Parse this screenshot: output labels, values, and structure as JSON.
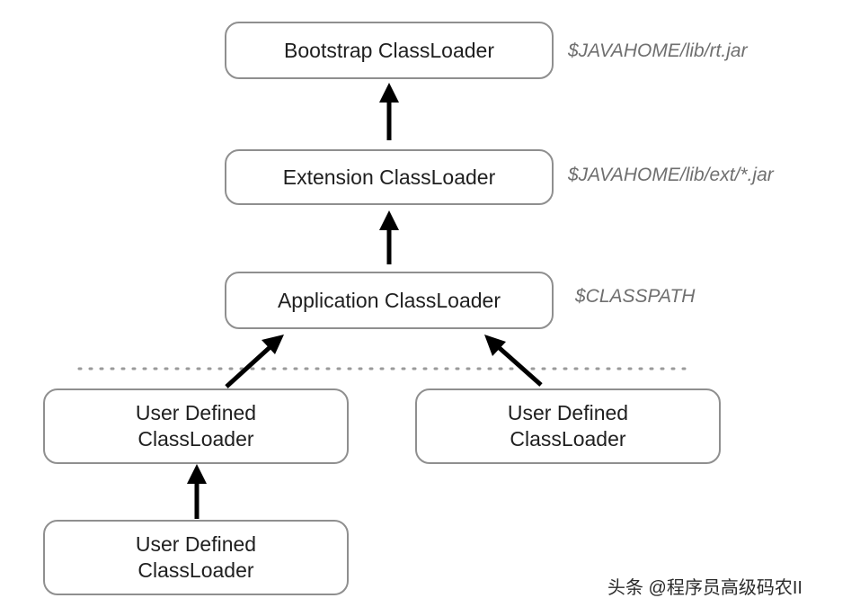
{
  "diagram": {
    "nodes": {
      "bootstrap": {
        "label": "Bootstrap ClassLoader",
        "path": "$JAVAHOME/lib/rt.jar"
      },
      "extension": {
        "label": "Extension ClassLoader",
        "path": "$JAVAHOME/lib/ext/*.jar"
      },
      "application": {
        "label": "Application ClassLoader",
        "path": "$CLASSPATH"
      },
      "user_left": {
        "line1": "User Defined",
        "line2": "ClassLoader"
      },
      "user_right": {
        "line1": "User Defined",
        "line2": "ClassLoader"
      },
      "user_bottom": {
        "line1": "User Defined",
        "line2": "ClassLoader"
      }
    },
    "edges": [
      {
        "from": "extension",
        "to": "bootstrap"
      },
      {
        "from": "application",
        "to": "extension"
      },
      {
        "from": "user_left",
        "to": "application"
      },
      {
        "from": "user_right",
        "to": "application"
      },
      {
        "from": "user_bottom",
        "to": "user_left"
      }
    ]
  },
  "watermark": "头条 @程序员高级码农II",
  "colors": {
    "box_border": "#8f8f8f",
    "arrow": "#000000",
    "path_text": "#6f6f6f",
    "divider": "#9a9a9a"
  }
}
